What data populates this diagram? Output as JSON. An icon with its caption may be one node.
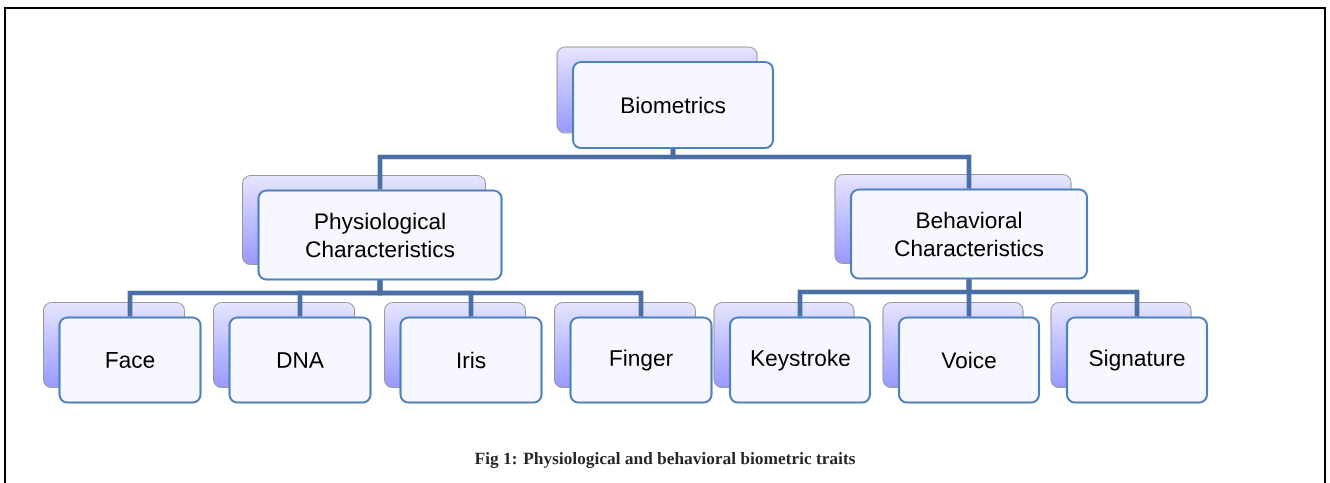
{
  "diagram": {
    "caption": "Fig 1: Physiological and behavioral biometric traits",
    "nodes": [
      {
        "text": [
          "Biometrics"
        ]
      },
      {
        "text": [
          "Physiological Characteristics"
        ]
      },
      {
        "text": [
          "Behavioral Characteristics"
        ]
      },
      {
        "text": [
          "Face"
        ]
      },
      {
        "text": [
          "DNA"
        ]
      },
      {
        "text": [
          "Iris"
        ]
      },
      {
        "text": [
          "Finger"
        ]
      },
      {
        "text": [
          "Keystroke"
        ]
      },
      {
        "text": [
          "Voice"
        ]
      },
      {
        "text": [
          "Signature"
        ]
      }
    ],
    "edges": [
      {
        "from": 0,
        "to": 1,
        "arrow": "none"
      },
      {
        "from": 0,
        "to": 2,
        "arrow": "none"
      },
      {
        "from": 1,
        "to": 3,
        "arrow": "none"
      },
      {
        "from": 1,
        "to": 4,
        "arrow": "none"
      },
      {
        "from": 1,
        "to": 5,
        "arrow": "none"
      },
      {
        "from": 1,
        "to": 6,
        "arrow": "none"
      },
      {
        "from": 2,
        "to": 7,
        "arrow": "none"
      },
      {
        "from": 2,
        "to": 8,
        "arrow": "none"
      },
      {
        "from": 2,
        "to": 9,
        "arrow": "none"
      }
    ]
  }
}
